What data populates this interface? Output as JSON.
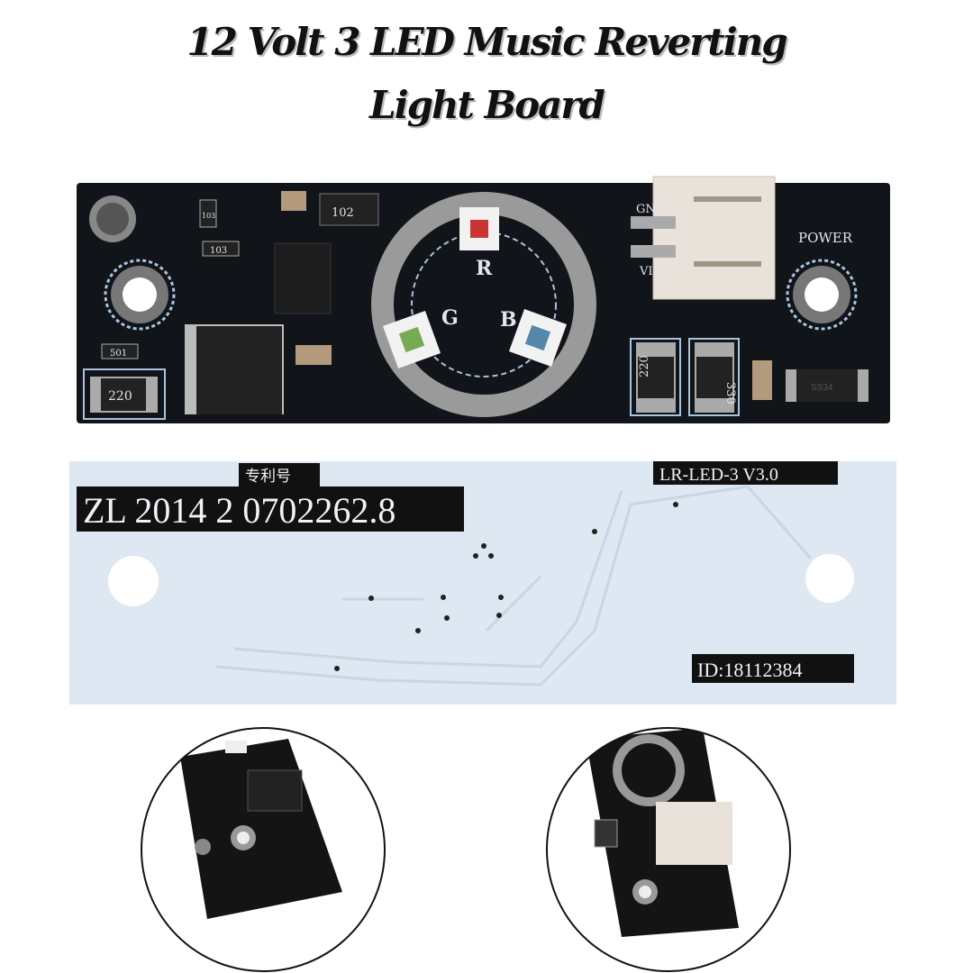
{
  "title": {
    "line1": "12 Volt 3 LED Music Reverting",
    "line2": "Light Board"
  },
  "front_board": {
    "power_label": "POWER",
    "gnd_label": "GND",
    "vin_label": "VIN",
    "led_labels": [
      "R",
      "G",
      "B"
    ],
    "resistor_codes": [
      "220",
      "220",
      "330",
      "102",
      "501",
      "103",
      "103"
    ],
    "diode_code": "SS34",
    "board_color": "#111418",
    "connector_color": "#e8e2da"
  },
  "back_board": {
    "patent_label": "专利号",
    "patent_number": "ZL 2014 2 0702262.8",
    "model": "LR-LED-3 V3.0",
    "id": "ID:18112384",
    "board_color": "#dde8f2"
  }
}
